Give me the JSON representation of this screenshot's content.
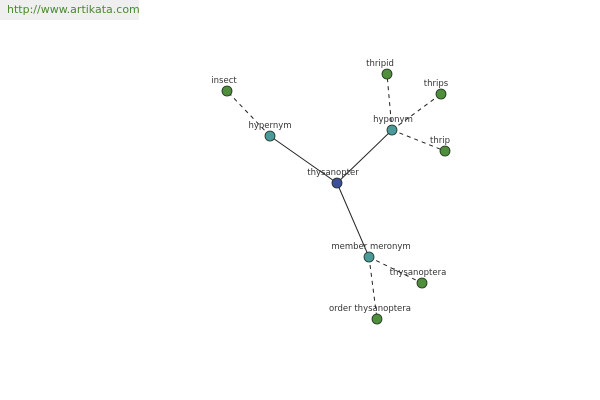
{
  "header": {
    "url": "http://www.artikata.com"
  },
  "colors": {
    "center": "#3d4f9a",
    "relation": "#4a9a99",
    "leaf": "#4f8f3c",
    "edge": "#222222",
    "url_text": "#4a8a2e"
  },
  "graph": {
    "nodes": [
      {
        "id": "thysanopter",
        "label": "thysanopter",
        "kind": "center"
      },
      {
        "id": "hypernym",
        "label": "hypernym",
        "kind": "relation"
      },
      {
        "id": "hyponym",
        "label": "hyponym",
        "kind": "relation"
      },
      {
        "id": "member-meronym",
        "label": "member meronym",
        "kind": "relation"
      },
      {
        "id": "insect",
        "label": "insect",
        "kind": "leaf"
      },
      {
        "id": "thripid",
        "label": "thripid",
        "kind": "leaf"
      },
      {
        "id": "thrips",
        "label": "thrips",
        "kind": "leaf"
      },
      {
        "id": "thrip",
        "label": "thrip",
        "kind": "leaf"
      },
      {
        "id": "thysanoptera",
        "label": "thysanoptera",
        "kind": "leaf"
      },
      {
        "id": "order-thysanoptera",
        "label": "order thysanoptera",
        "kind": "leaf"
      }
    ],
    "edges": [
      {
        "from": "thysanopter",
        "to": "hypernym",
        "style": "solid"
      },
      {
        "from": "thysanopter",
        "to": "hyponym",
        "style": "solid"
      },
      {
        "from": "thysanopter",
        "to": "member-meronym",
        "style": "solid"
      },
      {
        "from": "hypernym",
        "to": "insect",
        "style": "dashed"
      },
      {
        "from": "hyponym",
        "to": "thripid",
        "style": "dashed"
      },
      {
        "from": "hyponym",
        "to": "thrips",
        "style": "dashed"
      },
      {
        "from": "hyponym",
        "to": "thrip",
        "style": "dashed"
      },
      {
        "from": "member-meronym",
        "to": "thysanoptera",
        "style": "dashed"
      },
      {
        "from": "member-meronym",
        "to": "order-thysanoptera",
        "style": "dashed"
      }
    ]
  }
}
